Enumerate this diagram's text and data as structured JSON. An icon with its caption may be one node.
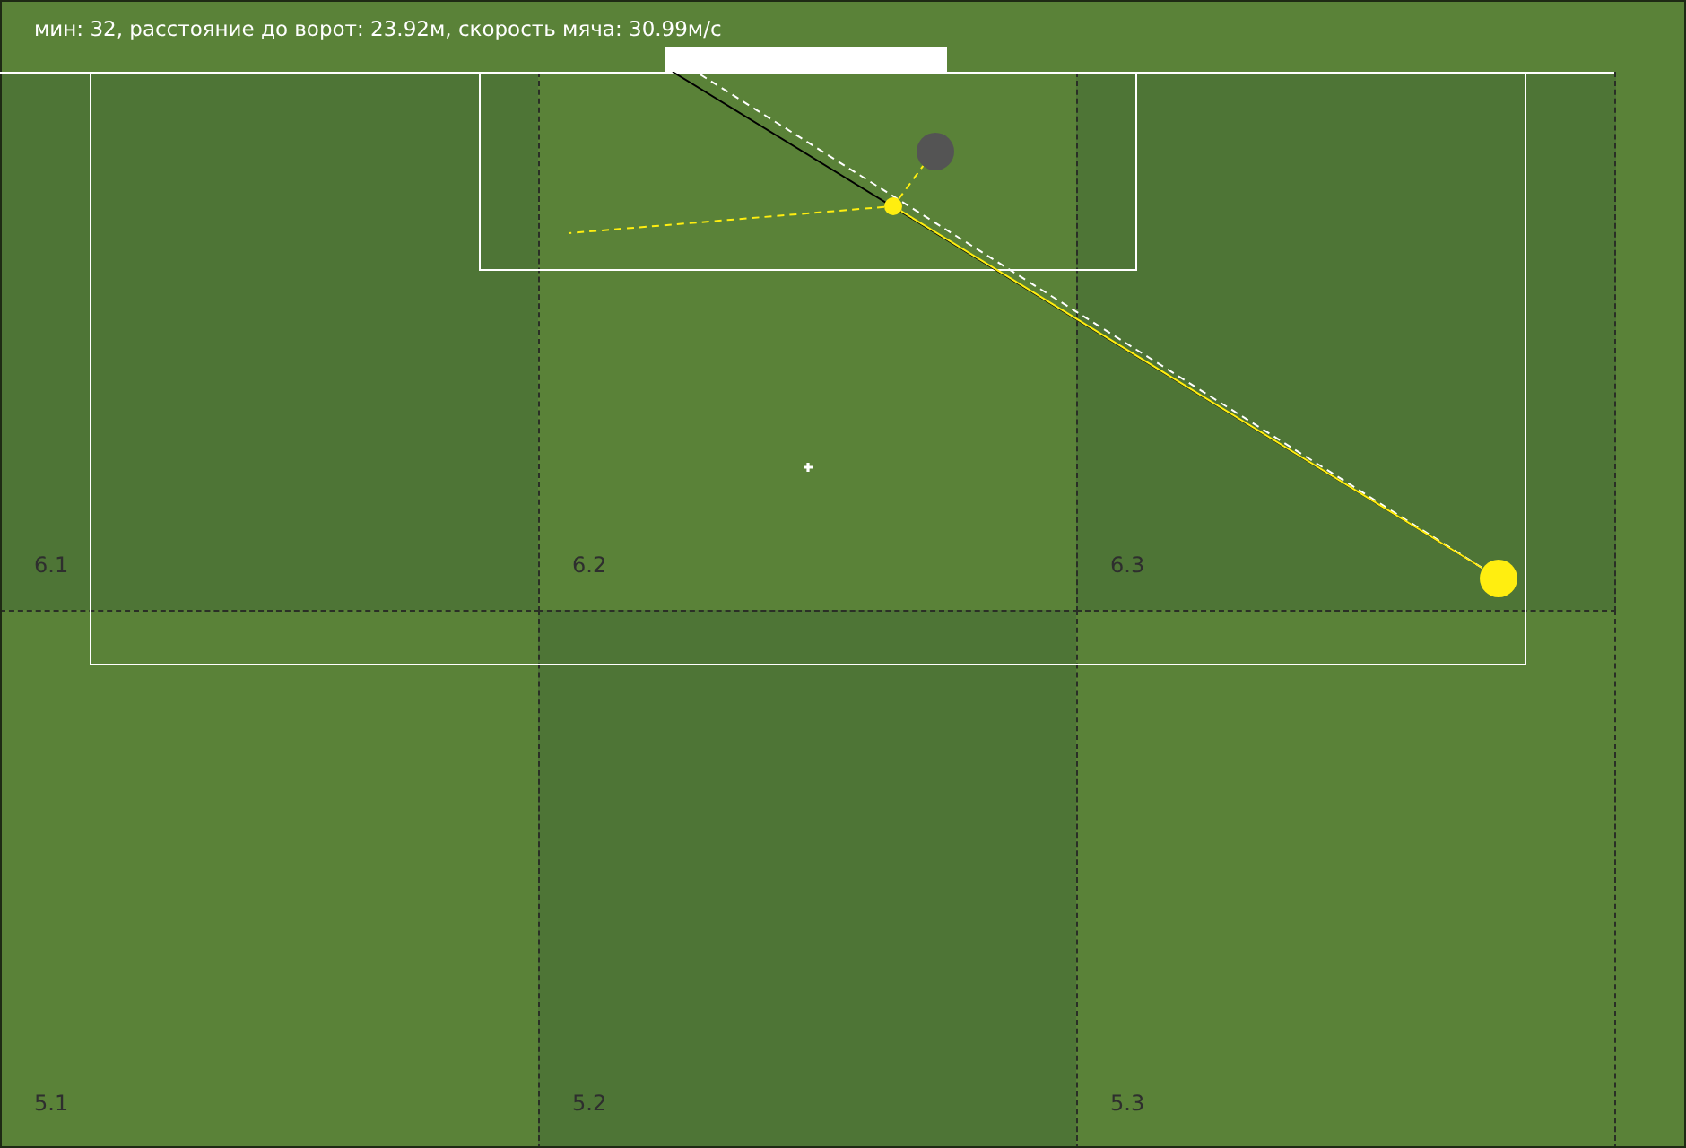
{
  "diagram": {
    "title": "мин: 32, расстояние до ворот: 23.92м, скорость мяча: 30.99м/с",
    "nodes": [
      {
        "text": [],
        "shape": "bar"
      },
      {
        "text": [
          "6.1"
        ]
      },
      {
        "text": [
          "6.2"
        ]
      },
      {
        "text": [],
        "shape": "circle",
        "in": 2
      },
      {
        "text": [],
        "shape": "circle",
        "in": 2
      },
      {
        "text": [
          "6.3"
        ]
      },
      {
        "text": [],
        "shape": "circle",
        "in": 5
      },
      {
        "text": [
          "5.1"
        ]
      },
      {
        "text": [
          "5.2"
        ]
      },
      {
        "text": [
          "5.3"
        ]
      }
    ],
    "edges": [
      {
        "from": 6,
        "to": 0,
        "arrow": "none",
        "color": "#000000"
      },
      {
        "from": 6,
        "to": 0,
        "arrow": "none",
        "style": "dashed",
        "color": "#ffffff"
      },
      {
        "from": 4,
        "to": 6,
        "arrow": "none"
      },
      {
        "from": 4,
        "to": 3,
        "arrow": "none",
        "style": "dashed"
      },
      {
        "from": 4,
        "to": null,
        "arrow": "none",
        "style": "dashed"
      }
    ]
  }
}
